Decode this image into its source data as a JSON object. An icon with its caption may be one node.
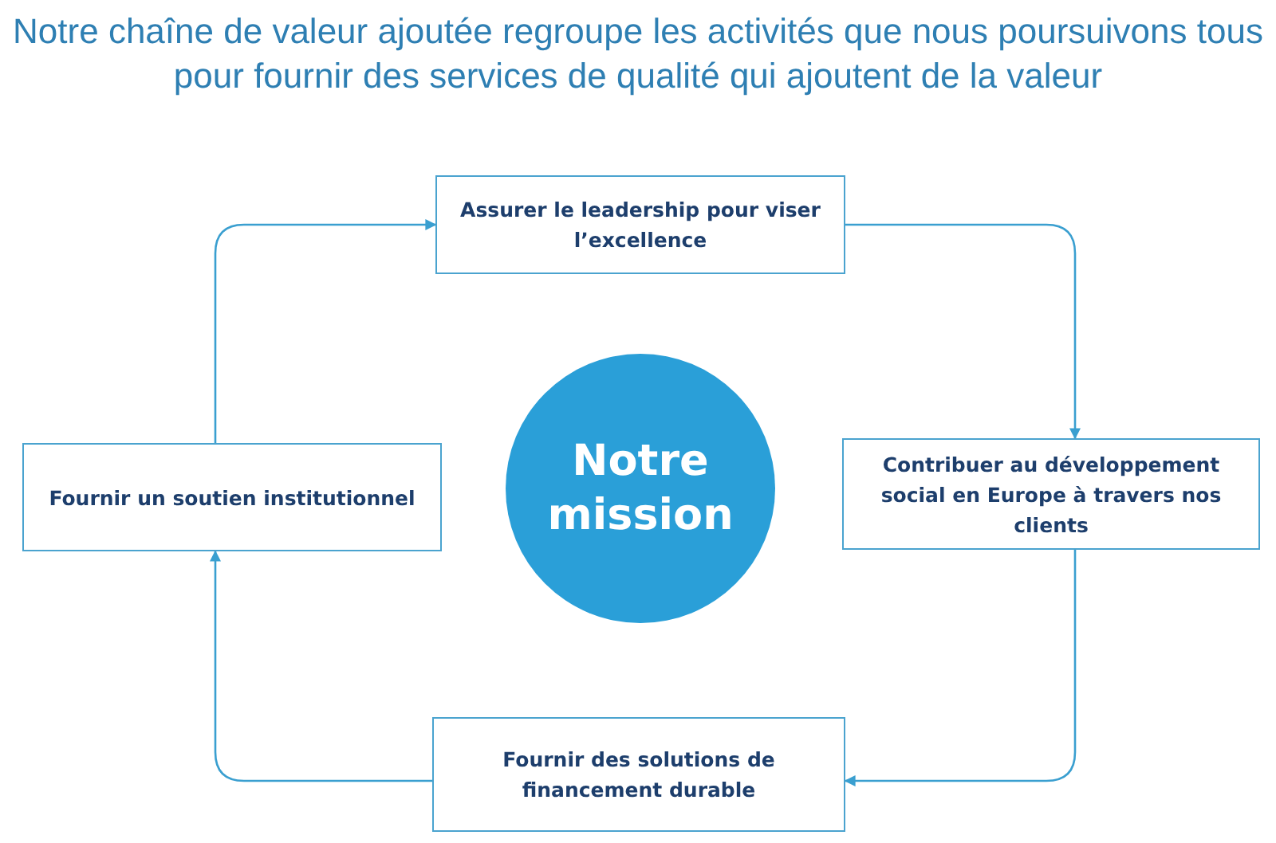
{
  "diagram": {
    "title": "Notre chaîne de valeur ajoutée regroupe les activités que nous poursuivons tous pour fournir des services de qualité qui ajoutent de la valeur",
    "nodes": [
      {
        "text": [
          "Assurer le leadership pour viser l’excellence"
        ]
      },
      {
        "text": [
          "Fournir un soutien institutionnel"
        ]
      },
      {
        "text": [
          "Notre mission"
        ]
      },
      {
        "text": [
          "Contribuer au développement social en Europe à travers nos clients"
        ]
      },
      {
        "text": [
          "Fournir des solutions de financement durable"
        ]
      }
    ],
    "edges": [
      {
        "from": 0,
        "to": 3,
        "arrow": "to"
      },
      {
        "from": 3,
        "to": 4,
        "arrow": "to"
      },
      {
        "from": 4,
        "to": 1,
        "arrow": "to"
      },
      {
        "from": 1,
        "to": 0,
        "arrow": "to"
      }
    ]
  }
}
